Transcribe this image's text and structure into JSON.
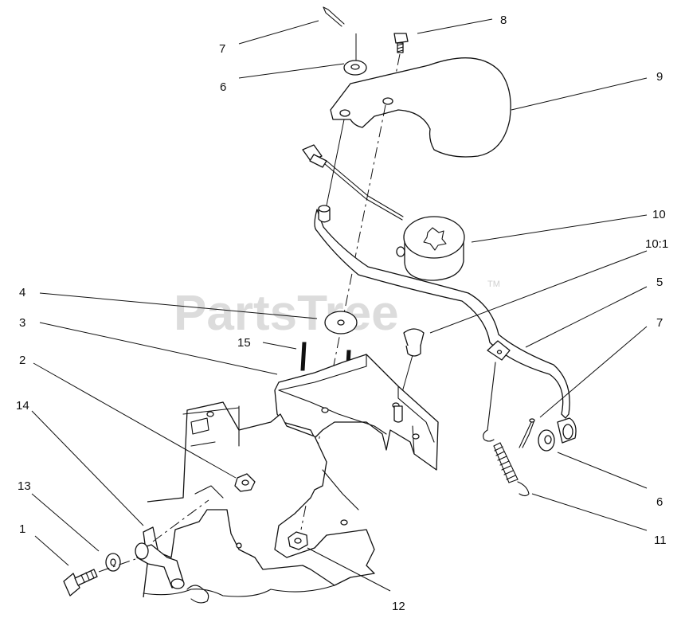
{
  "watermark": {
    "text": "PartsTree",
    "mark": "TM"
  },
  "callouts": [
    {
      "id": "c7a",
      "label": "7"
    },
    {
      "id": "c6a",
      "label": "6"
    },
    {
      "id": "c8",
      "label": "8"
    },
    {
      "id": "c9",
      "label": "9"
    },
    {
      "id": "c10",
      "label": "10"
    },
    {
      "id": "c101",
      "label": "10:1"
    },
    {
      "id": "c5",
      "label": "5"
    },
    {
      "id": "c4",
      "label": "4"
    },
    {
      "id": "c3",
      "label": "3"
    },
    {
      "id": "c15",
      "label": "15"
    },
    {
      "id": "c7b",
      "label": "7"
    },
    {
      "id": "c2",
      "label": "2"
    },
    {
      "id": "c14",
      "label": "14"
    },
    {
      "id": "c6b",
      "label": "6"
    },
    {
      "id": "c13",
      "label": "13"
    },
    {
      "id": "c1",
      "label": "1"
    },
    {
      "id": "c11",
      "label": "11"
    },
    {
      "id": "c12",
      "label": "12"
    }
  ]
}
